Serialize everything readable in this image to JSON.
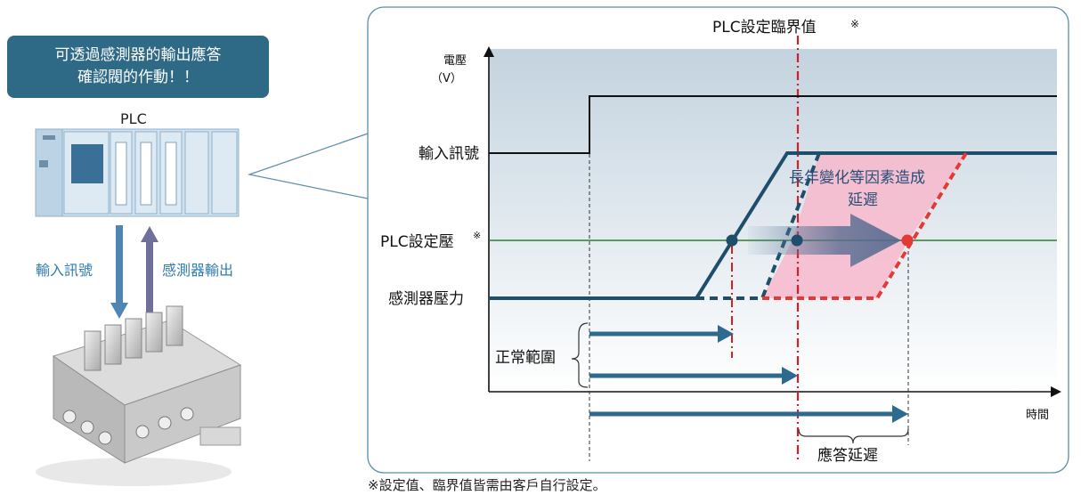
{
  "left": {
    "callout_line1": "可透過感測器的輸出應答",
    "callout_line2": "確認閥的作動！！",
    "plc_label": "PLC",
    "input_signal_label": "輸入訊號",
    "sensor_output_label": "感測器輸出"
  },
  "chart": {
    "threshold_title": "PLC設定臨界值",
    "threshold_mark": "※",
    "y_axis_label_line1": "電壓",
    "y_axis_label_line2": "（V）",
    "x_axis_label": "時間",
    "row_labels": {
      "input_signal": "輸入訊號",
      "plc_setting": "PLC設定壓",
      "plc_setting_mark": "※",
      "sensor_pressure": "感測器壓力"
    },
    "delay_cause_line1": "長年變化等因素造成",
    "delay_cause_line2": "延遲",
    "normal_range_label": "正常範圍",
    "response_delay_label": "應答延遲"
  },
  "footnote": "※設定值、臨界值皆需由客戶自行設定。",
  "colors": {
    "callout": "#2e6a86",
    "navy_line": "#1f4e6b",
    "arrow_blue": "#2e6a8e",
    "green_line": "#2e7d32",
    "red_dashed": "#e53935",
    "threshold_red": "#d0202a",
    "pink_zone": "#f7b8cc"
  }
}
